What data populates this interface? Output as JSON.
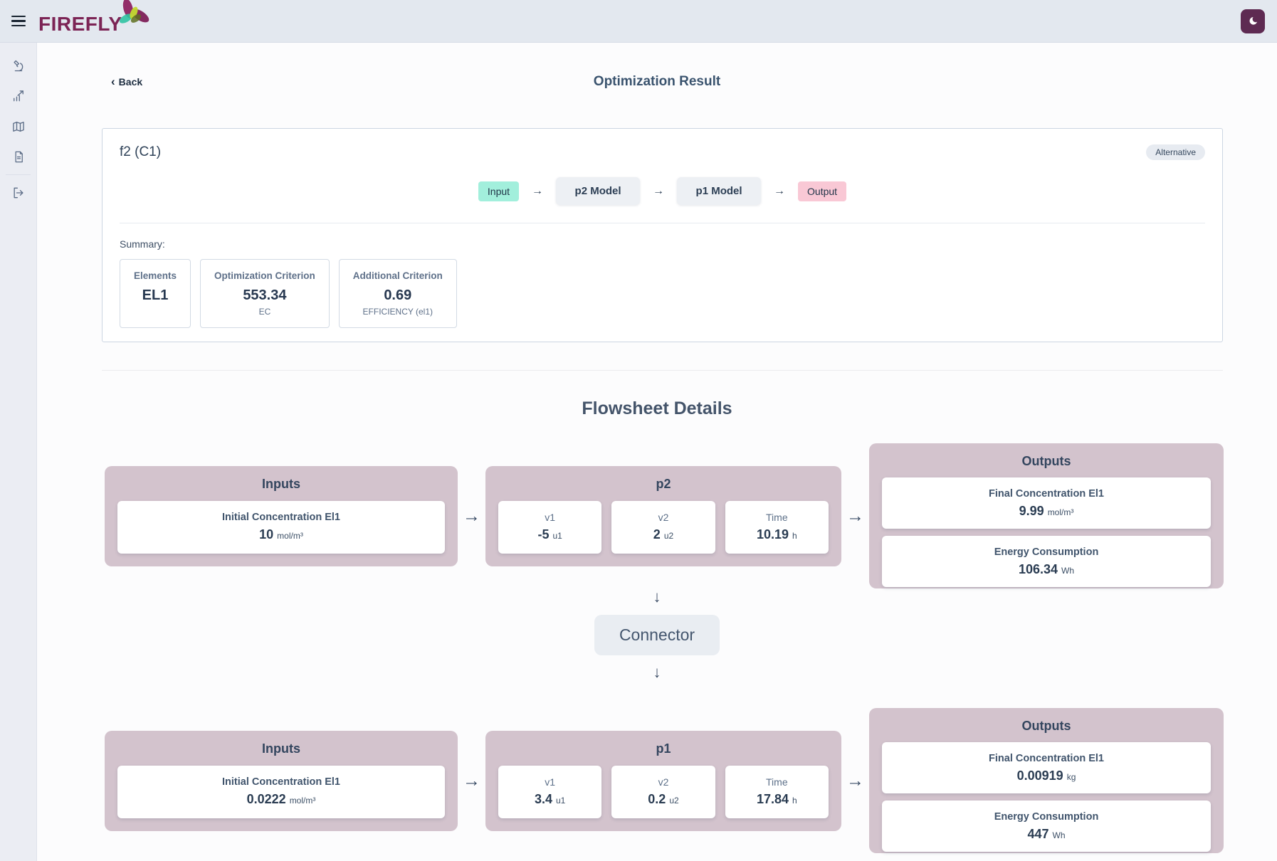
{
  "header": {
    "brand": "FIREFLY"
  },
  "toolbar": {
    "back_label": "Back",
    "page_title": "Optimization Result"
  },
  "icons": {
    "sidebar": [
      "microscope-icon",
      "chart-trending-icon",
      "map-icon",
      "document-icon",
      "logout-icon"
    ],
    "theme_toggle": "moon-icon",
    "menu": "hamburger-icon",
    "arrow_right": "→",
    "arrow_down": "↓",
    "chevron_left": "‹"
  },
  "colors": {
    "brand": "#7c2455",
    "accent_dark": "#5e2a52",
    "header_bg": "#e3e8ef",
    "input_badge": "#a2efdc",
    "output_badge": "#f9c8d5",
    "model_chip": "#edf0f4",
    "panel": "#d3c3cd"
  },
  "result_card": {
    "title": "f2 (C1)",
    "badge_label": "Alternative",
    "flow": [
      {
        "label": "Input"
      },
      {
        "label": "p2 Model"
      },
      {
        "label": "p1 Model"
      },
      {
        "label": "Output"
      }
    ],
    "summary_label": "Summary:",
    "summary_cards": [
      {
        "title": "Elements",
        "value": "EL1",
        "subtitle": ""
      },
      {
        "title": "Optimization Criterion",
        "value": "553.34",
        "subtitle": "EC"
      },
      {
        "title": "Additional Criterion",
        "value": "0.69",
        "subtitle": "EFFICIENCY (el1)"
      }
    ]
  },
  "flowsheet": {
    "title": "Flowsheet Details",
    "connector_label": "Connector",
    "rows": [
      {
        "inputs": {
          "title": "Inputs",
          "items": [
            {
              "label": "Initial Concentration El1",
              "value": "10",
              "unit": "mol/m³"
            }
          ]
        },
        "process": {
          "title": "p2",
          "params": [
            {
              "label": "v1",
              "value": "-5",
              "unit": "u1"
            },
            {
              "label": "v2",
              "value": "2",
              "unit": "u2"
            },
            {
              "label": "Time",
              "value": "10.19",
              "unit": "h"
            }
          ]
        },
        "outputs": {
          "title": "Outputs",
          "items": [
            {
              "label": "Final Concentration El1",
              "value": "9.99",
              "unit": "mol/m³"
            },
            {
              "label": "Energy Consumption",
              "value": "106.34",
              "unit": "Wh"
            }
          ]
        }
      },
      {
        "inputs": {
          "title": "Inputs",
          "items": [
            {
              "label": "Initial Concentration El1",
              "value": "0.0222",
              "unit": "mol/m³"
            }
          ]
        },
        "process": {
          "title": "p1",
          "params": [
            {
              "label": "v1",
              "value": "3.4",
              "unit": "u1"
            },
            {
              "label": "v2",
              "value": "0.2",
              "unit": "u2"
            },
            {
              "label": "Time",
              "value": "17.84",
              "unit": "h"
            }
          ]
        },
        "outputs": {
          "title": "Outputs",
          "items": [
            {
              "label": "Final Concentration El1",
              "value": "0.00919",
              "unit": "kg"
            },
            {
              "label": "Energy Consumption",
              "value": "447",
              "unit": "Wh"
            }
          ]
        }
      }
    ]
  }
}
